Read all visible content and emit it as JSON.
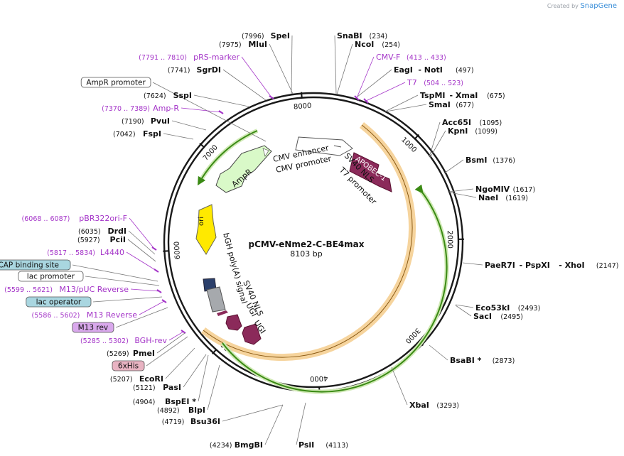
{
  "credit": {
    "prefix": "Created by",
    "brand": "SnapGene"
  },
  "plasmid": {
    "name": "pCMV-eNme2-C-BE4max",
    "length_label": "8103 bp",
    "length": 8103
  },
  "ticks": [
    "1000",
    "2000",
    "3000",
    "4000",
    "5000",
    "6000",
    "7000",
    "8000"
  ],
  "features": {
    "cmv_enhancer": "CMV enhancer",
    "cmv_promoter": "CMV promoter",
    "sv40_nls_1": "SV40 NLS",
    "t7_promoter": "T7 promoter",
    "apobec": "APOBEC-1",
    "ampr": "AmpR",
    "ori": "ori",
    "bgh": "bGH poly(A) signal",
    "sv40_nls_2": "SV40 NLS",
    "ugi_1": "UGI",
    "ugi_2": "UGI"
  },
  "right_sites": [
    {
      "name": "SnaBI",
      "pos": "(234)"
    },
    {
      "name": "NcoI",
      "pos": "(254)"
    },
    {
      "name": "CMV-F",
      "pos": "(413 .. 433)",
      "primer": true
    },
    {
      "name": "EagI",
      "name2": "- NotI",
      "pos": "(497)"
    },
    {
      "name": "T7",
      "pos": "(504 .. 523)",
      "primer": true
    },
    {
      "name": "TspMI",
      "name2": "- XmaI",
      "pos": "(675)"
    },
    {
      "name": "SmaI",
      "pos": "(677)"
    },
    {
      "name": "Acc65I",
      "pos": "(1095)"
    },
    {
      "name": "KpnI",
      "pos": "(1099)"
    },
    {
      "name": "BsmI",
      "pos": "(1376)"
    },
    {
      "name": "NgoMIV",
      "pos": "(1617)"
    },
    {
      "name": "NaeI",
      "pos": "(1619)"
    },
    {
      "name": "PaeR7I",
      "name2": "- PspXI",
      "name3": "- XhoI",
      "pos": "(2147)"
    },
    {
      "name": "Eco53kI",
      "pos": "(2493)"
    },
    {
      "name": "SacI",
      "pos": "(2495)"
    },
    {
      "name": "BsaBI *",
      "pos": "(2873)"
    },
    {
      "name": "XbaI",
      "pos": "(3293)"
    },
    {
      "name": "PsiI",
      "pos": "(4113)"
    }
  ],
  "left_sites": [
    {
      "name": "SpeI",
      "pos": "(7996)"
    },
    {
      "name": "MluI",
      "pos": "(7975)"
    },
    {
      "name": "pRS-marker",
      "pos": "(7791 .. 7810)",
      "primer": true
    },
    {
      "name": "SgrDI",
      "pos": "(7741)"
    },
    {
      "name": "AmpR promoter",
      "box": "white"
    },
    {
      "name": "SspI",
      "pos": "(7624)"
    },
    {
      "name": "Amp-R",
      "pos": "(7370 .. 7389)",
      "primer": true
    },
    {
      "name": "PvuI",
      "pos": "(7190)"
    },
    {
      "name": "FspI",
      "pos": "(7042)"
    },
    {
      "name": "pBR322ori-F",
      "pos": "(6068 .. 6087)",
      "primer": true
    },
    {
      "name": "DrdI",
      "pos": "(6035)"
    },
    {
      "name": "PciI",
      "pos": "(5927)"
    },
    {
      "name": "L4440",
      "pos": "(5817 .. 5834)",
      "primer": true
    },
    {
      "name": "CAP binding site",
      "box": "blue"
    },
    {
      "name": "lac promoter",
      "box": "white"
    },
    {
      "name": "M13/pUC Reverse",
      "pos": "(5599 .. 5621)",
      "primer": true
    },
    {
      "name": "lac operator",
      "box": "blue"
    },
    {
      "name": "M13 Reverse",
      "pos": "(5586 .. 5602)",
      "primer": true
    },
    {
      "name": "M13 rev",
      "box": "purple"
    },
    {
      "name": "BGH-rev",
      "pos": "(5285 .. 5302)",
      "primer": true
    },
    {
      "name": "PmeI",
      "pos": "(5269)"
    },
    {
      "name": "6xHis",
      "box": "pink"
    },
    {
      "name": "EcoRI",
      "pos": "(5207)"
    },
    {
      "name": "PasI",
      "pos": "(5121)"
    },
    {
      "name": "BspEI *",
      "pos": "(4904)"
    },
    {
      "name": "BlpI",
      "pos": "(4892)"
    },
    {
      "name": "Bsu36I",
      "pos": "(4719)"
    },
    {
      "name": "BmgBI",
      "pos": "(4234)"
    }
  ],
  "colors": {
    "primer": "#a434c8",
    "apobec": "#8b2a5a",
    "ampr": "#d9f9c8",
    "ori": "#ffe900",
    "orange_arc": "#f3b050",
    "green_arc": "#3a8a14",
    "blue_box": "#a9d6e0",
    "purple_box": "#d9a8ec",
    "pink_box": "#e8b3c2"
  }
}
